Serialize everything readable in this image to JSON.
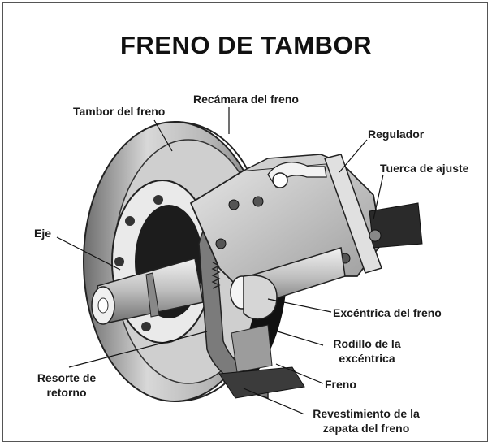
{
  "title": "FRENO DE TAMBOR",
  "labels": {
    "tambor": "Tambor del freno",
    "recamara": "Recámara del freno",
    "regulador": "Regulador",
    "tuerca": "Tuerca de ajuste",
    "eje": "Eje",
    "excentrica": "Excéntrica del freno",
    "rodillo_line1": "Rodillo de la",
    "rodillo_line2": "excéntrica",
    "freno": "Freno",
    "resorte_line1": "Resorte de",
    "resorte_line2": "retorno",
    "revestimiento_line1": "Revestimiento de la",
    "revestimiento_line2": "zapata del freno"
  }
}
